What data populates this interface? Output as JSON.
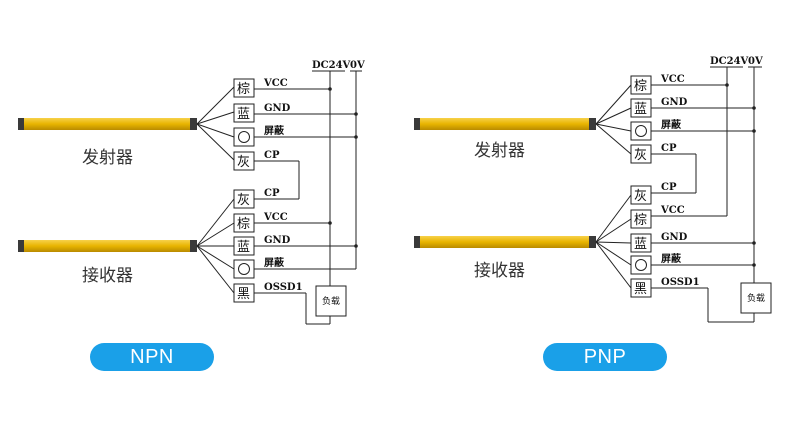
{
  "colors": {
    "accent": "#1aa0e8",
    "bar": "#e8b400"
  },
  "panels": [
    {
      "id": "npn",
      "supply_label": "DC24V",
      "ground_label": "0V",
      "emitter_label": "发射器",
      "receiver_label": "接收器",
      "badge": "NPN",
      "emitter_wires": [
        {
          "color_char": "棕",
          "pin": "VCC"
        },
        {
          "color_char": "蓝",
          "pin": "GND"
        },
        {
          "color_char": "",
          "pin": "屏蔽"
        },
        {
          "color_char": "灰",
          "pin": "CP"
        }
      ],
      "receiver_wires": [
        {
          "color_char": "灰",
          "pin": "CP"
        },
        {
          "color_char": "棕",
          "pin": "VCC"
        },
        {
          "color_char": "蓝",
          "pin": "GND"
        },
        {
          "color_char": "",
          "pin": "屏蔽"
        },
        {
          "color_char": "黑",
          "pin": "OSSD1"
        }
      ],
      "load_label": "负载"
    },
    {
      "id": "pnp",
      "supply_label": "DC24V",
      "ground_label": "0V",
      "emitter_label": "发射器",
      "receiver_label": "接收器",
      "badge": "PNP",
      "emitter_wires": [
        {
          "color_char": "棕",
          "pin": "VCC"
        },
        {
          "color_char": "蓝",
          "pin": "GND"
        },
        {
          "color_char": "",
          "pin": "屏蔽"
        },
        {
          "color_char": "灰",
          "pin": "CP"
        }
      ],
      "receiver_wires": [
        {
          "color_char": "灰",
          "pin": "CP"
        },
        {
          "color_char": "棕",
          "pin": "VCC"
        },
        {
          "color_char": "蓝",
          "pin": "GND"
        },
        {
          "color_char": "",
          "pin": "屏蔽"
        },
        {
          "color_char": "黑",
          "pin": "OSSD1"
        }
      ],
      "load_label": "负载"
    }
  ]
}
